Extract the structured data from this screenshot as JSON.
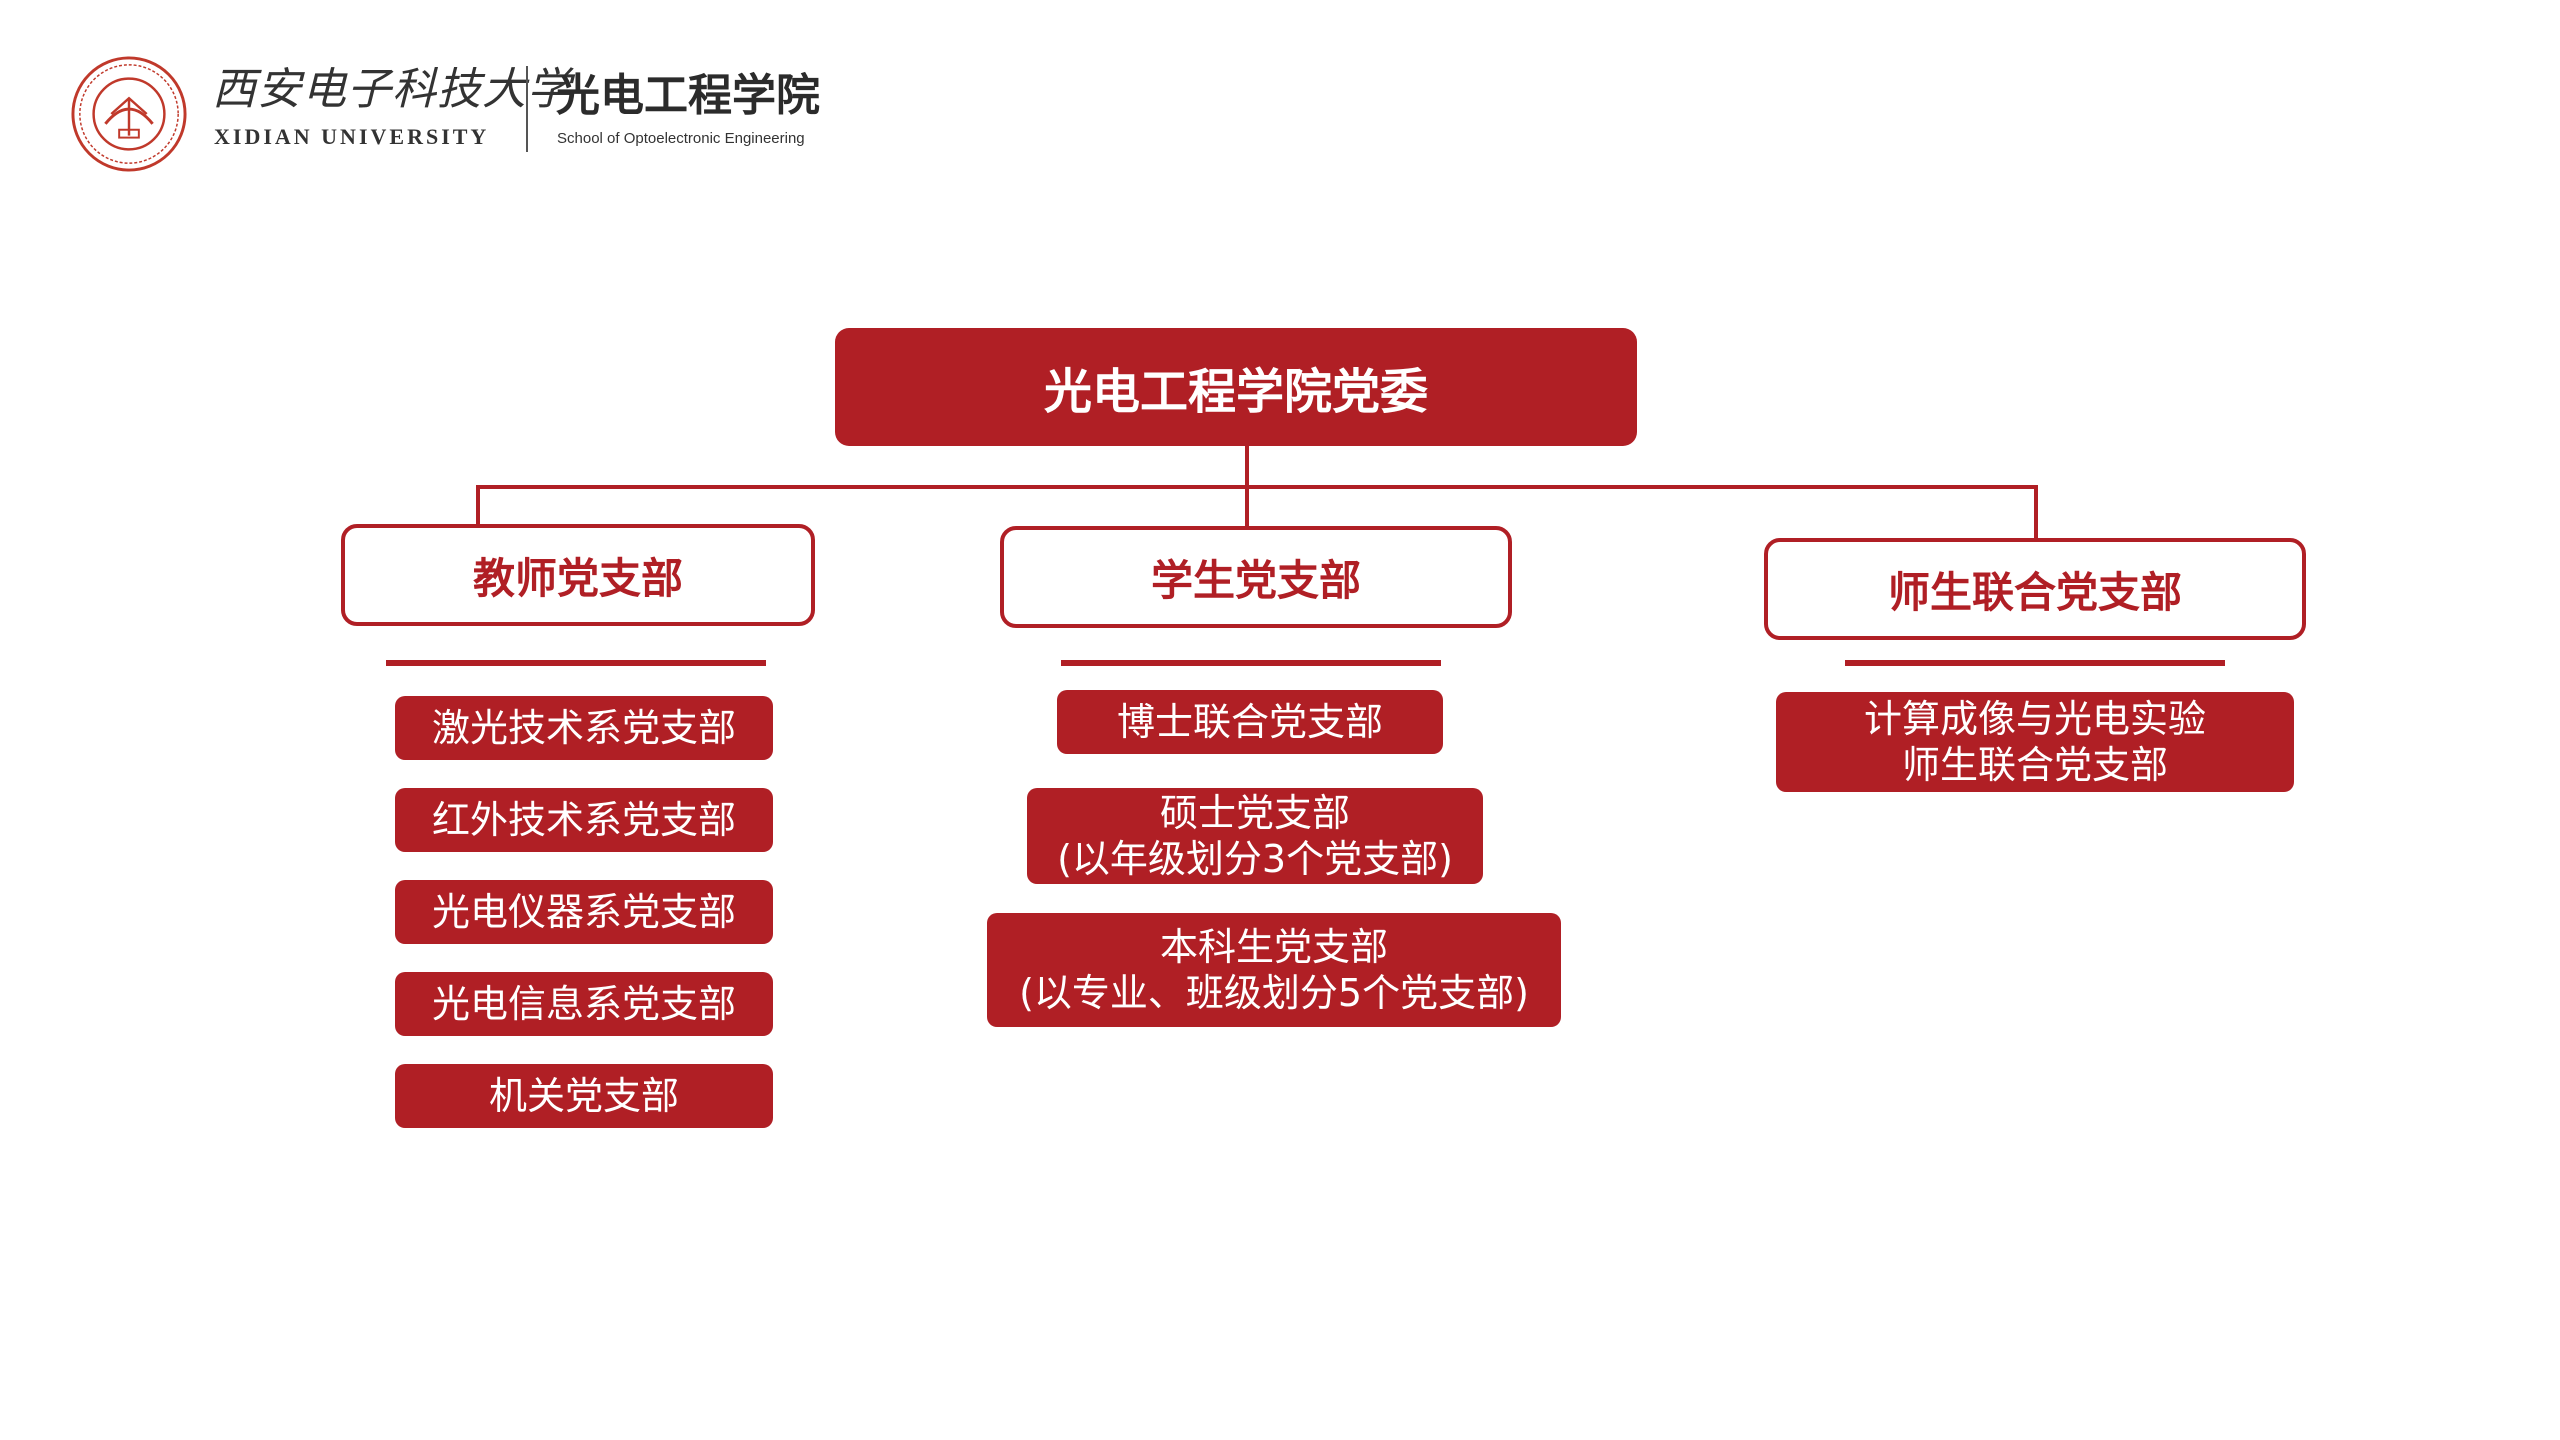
{
  "header": {
    "university_cn": "西安电子科技大学",
    "university_en": "XIDIAN UNIVERSITY",
    "school_cn": "光电工程学院",
    "school_en": "School of Optoelectronic Engineering",
    "seal_icon": "university-seal-icon"
  },
  "colors": {
    "brand_red": "#b01f25",
    "text_dark": "#333333",
    "background": "#ffffff"
  },
  "org_chart": {
    "root": "光电工程学院党委",
    "branches": [
      {
        "label": "教师党支部",
        "items": [
          [
            "激光技术系党支部"
          ],
          [
            "红外技术系党支部"
          ],
          [
            "光电仪器系党支部"
          ],
          [
            "光电信息系党支部"
          ],
          [
            "机关党支部"
          ]
        ]
      },
      {
        "label": "学生党支部",
        "items": [
          [
            "博士联合党支部"
          ],
          [
            "硕士党支部",
            "(以年级划分3个党支部)"
          ],
          [
            "本科生党支部",
            "(以专业、班级划分5个党支部)"
          ]
        ]
      },
      {
        "label": "师生联合党支部",
        "items": [
          [
            "计算成像与光电实验",
            "师生联合党支部"
          ]
        ]
      }
    ]
  }
}
